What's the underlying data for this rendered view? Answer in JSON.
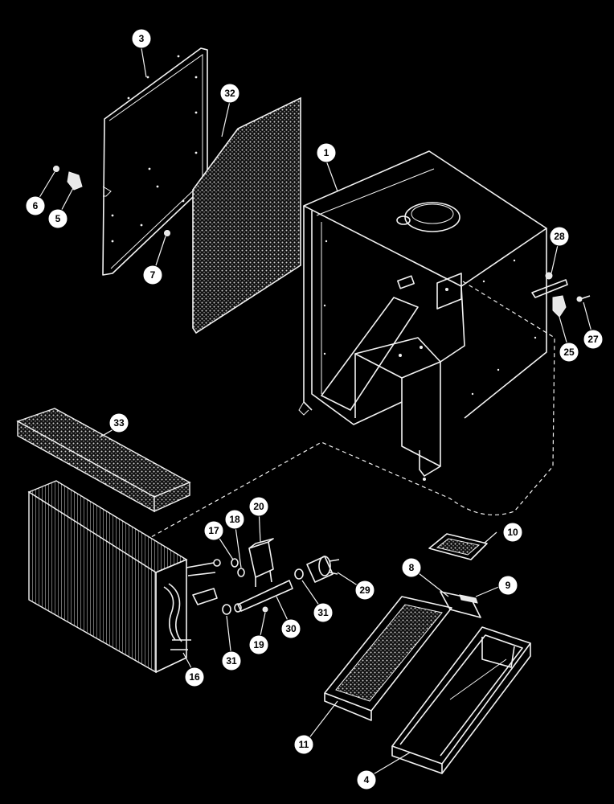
{
  "colors": {
    "background": "#000000",
    "line": "#f2f2f2",
    "callout_fill": "#ffffff",
    "callout_text": "#000000"
  },
  "callouts": {
    "c1": "1",
    "c3": "3",
    "c4": "4",
    "c5": "5",
    "c6": "6",
    "c7": "7",
    "c8": "8",
    "c9": "9",
    "c10": "10",
    "c11": "11",
    "c16": "16",
    "c17": "17",
    "c18": "18",
    "c19": "19",
    "c20": "20",
    "c25": "25",
    "c27": "27",
    "c28": "28",
    "c29": "29",
    "c30": "30",
    "c31a": "31",
    "c31b": "31",
    "c32": "32",
    "c33": "33"
  }
}
